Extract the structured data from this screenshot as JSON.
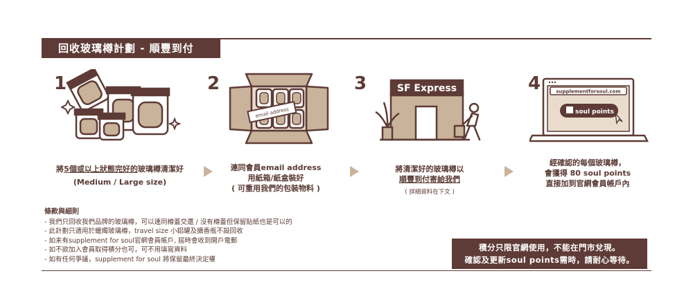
{
  "header": {
    "title": "回收玻璃樽計劃 - 順豐到付"
  },
  "steps": [
    {
      "number": "1",
      "line1_pre": "將",
      "line1_u": "5個或以上狀態完好的",
      "line1_post": "玻璃樽清潔好",
      "line2": "(Medium / Large size)"
    },
    {
      "number": "2",
      "line1": "連同會員email address",
      "line2": "用紙箱/紙盒裝好",
      "line3": "( 可重用我們的包裝物料 )"
    },
    {
      "number": "3",
      "line1": "將清潔好的玻璃樽以",
      "line2_u": "順豐到付寄給我們",
      "line3": "( 詳細資料在下文 )"
    },
    {
      "number": "4",
      "line1": "經確認的每個玻璃樽，",
      "line2": "會獲得 80 soul points",
      "line3": "直接加到官網會員帳戶內"
    }
  ],
  "illus": {
    "box_label": "email address",
    "store_sign": "SF Express",
    "laptop_url": "supplementforsoul.com",
    "laptop_button": "soul points"
  },
  "terms": {
    "heading": "條款與細則",
    "items": [
      "- 我們只回收我們品牌的玻璃樽，可以連同樽蓋交還 / 沒有樽蓋但保留貼紙也是可以的",
      "- 此計劃只適用於蠟燭玻璃樽，travel size 小鋁罐及擴香瓶不設回收",
      "- 如未有supplement for soul官網會員帳戶, 屆時會收到開戶電郵",
      "- 如不欲加入會員取得積分也可，可不用填寫資料",
      "- 如有任何爭議，supplement for soul 將保留最終決定權"
    ]
  },
  "notice": {
    "line1": "積分只限官網使用，不能在門市兌現。",
    "line2": "確認及更新soul points需時，請耐心等待。"
  },
  "colors": {
    "brown": "#5e3b36",
    "tan": "#c9b39b",
    "light": "#e9dccd"
  }
}
